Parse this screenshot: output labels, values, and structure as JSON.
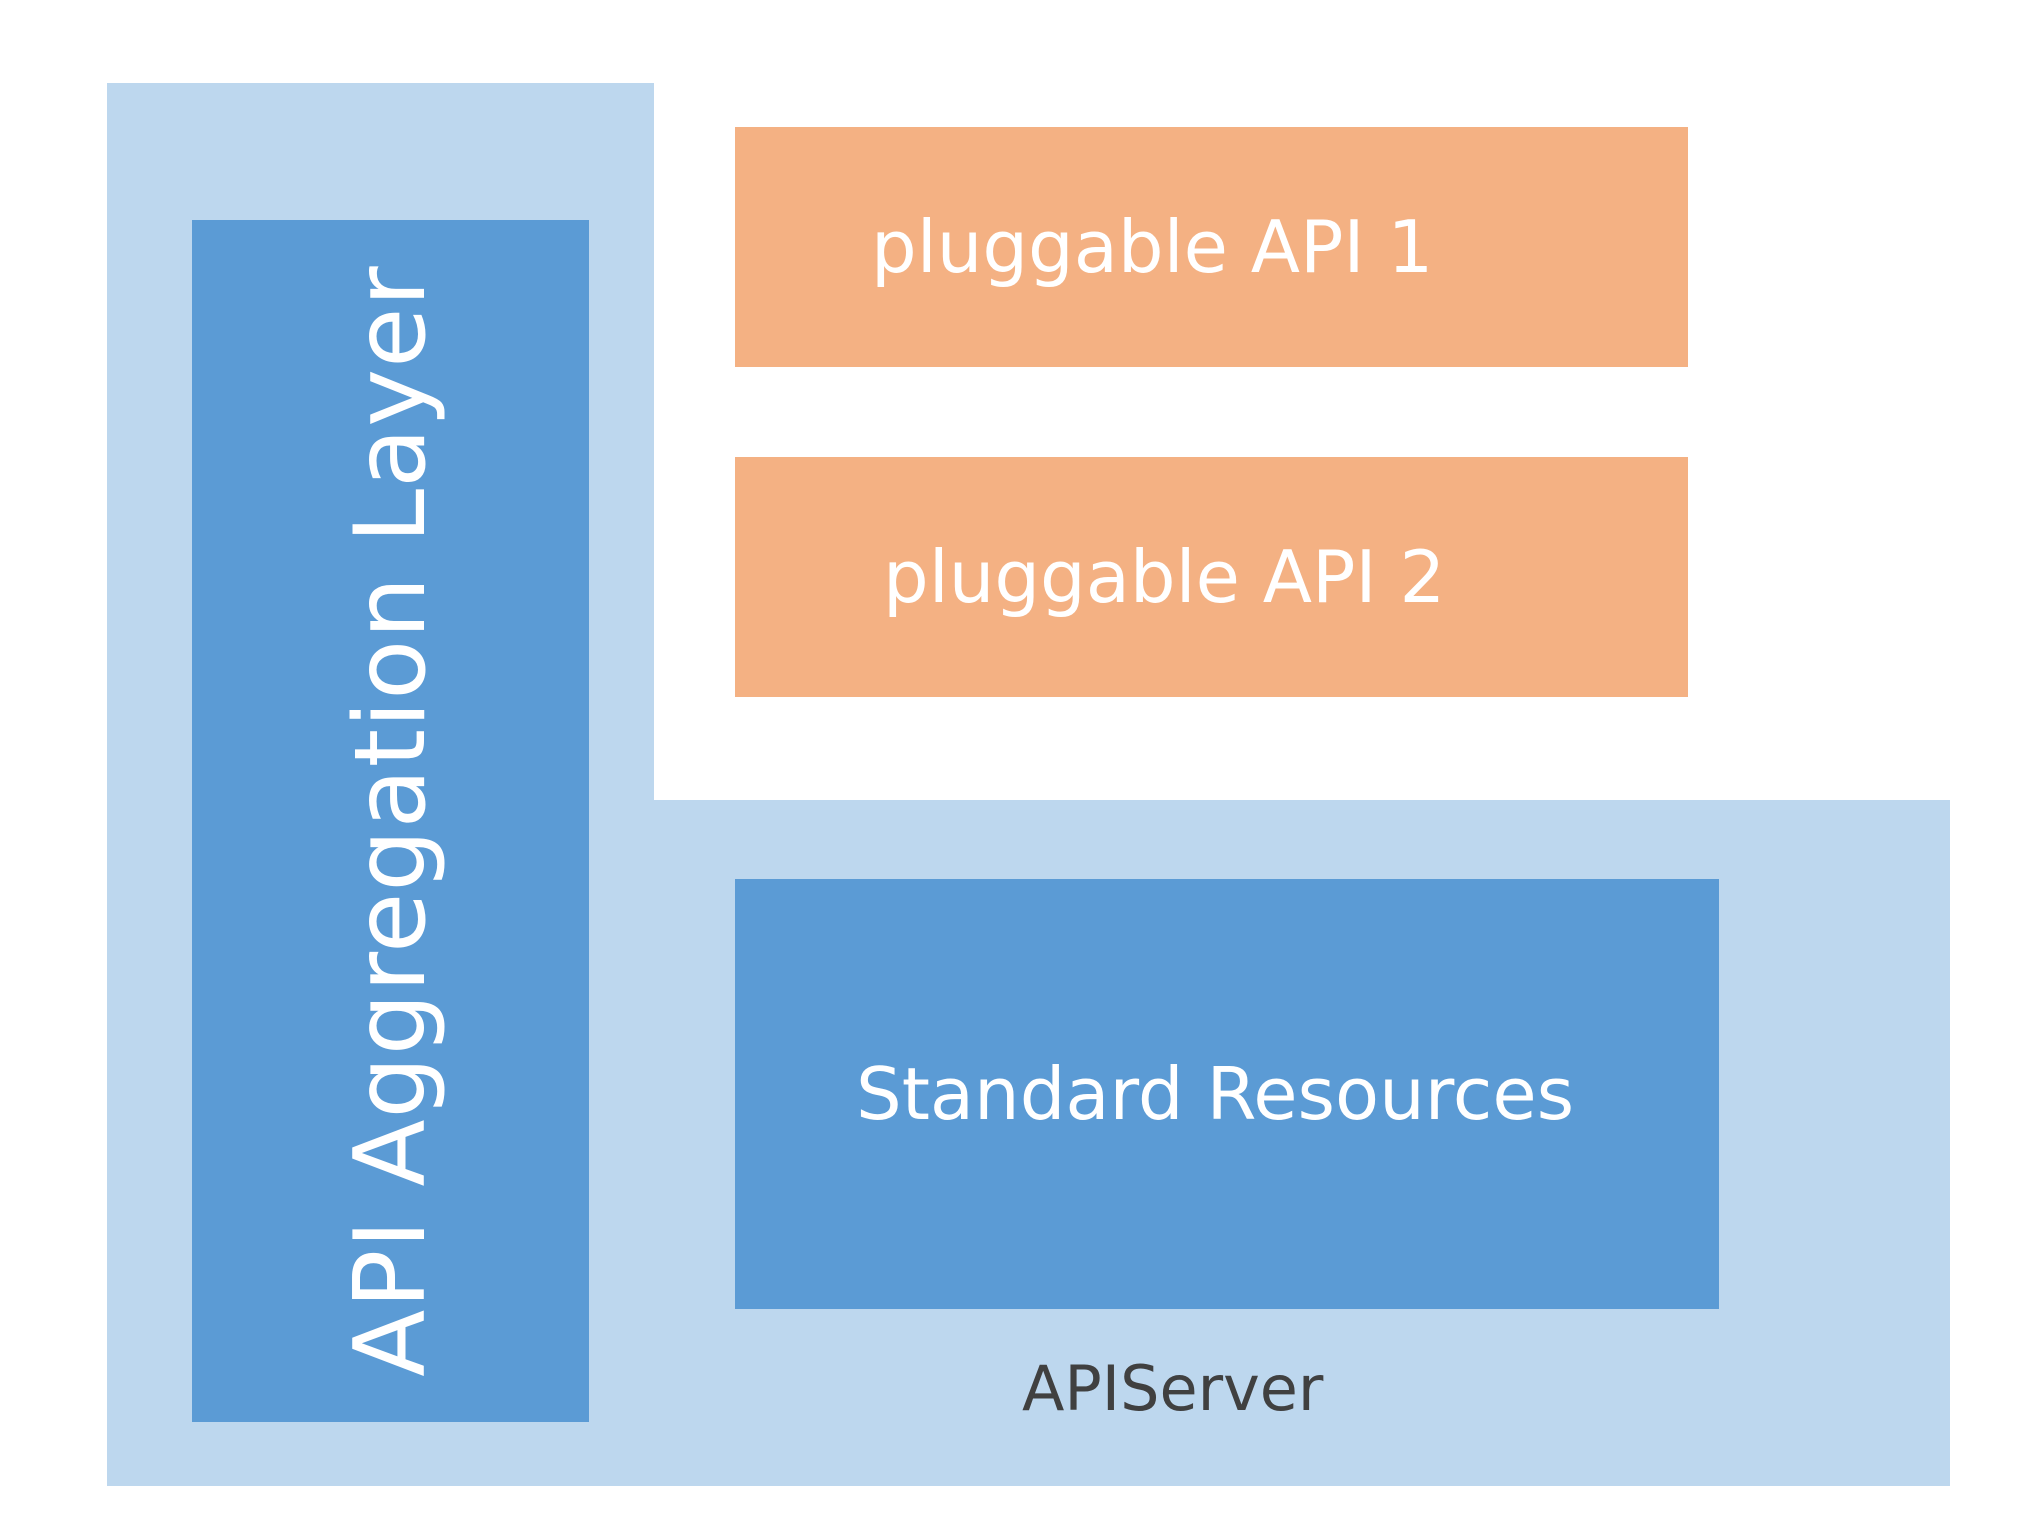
{
  "diagram": {
    "apiserver": {
      "label": "APIServer",
      "color": "#bdd7ee"
    },
    "aggregation_layer": {
      "label": "API Aggregation Layer",
      "color": "#5b9bd5"
    },
    "pluggable_apis": [
      {
        "label": "pluggable API 1",
        "color": "#f4b183"
      },
      {
        "label": "pluggable API 2",
        "color": "#f4b183"
      }
    ],
    "standard_resources": {
      "label": "Standard Resources",
      "color": "#5b9bd5"
    }
  }
}
